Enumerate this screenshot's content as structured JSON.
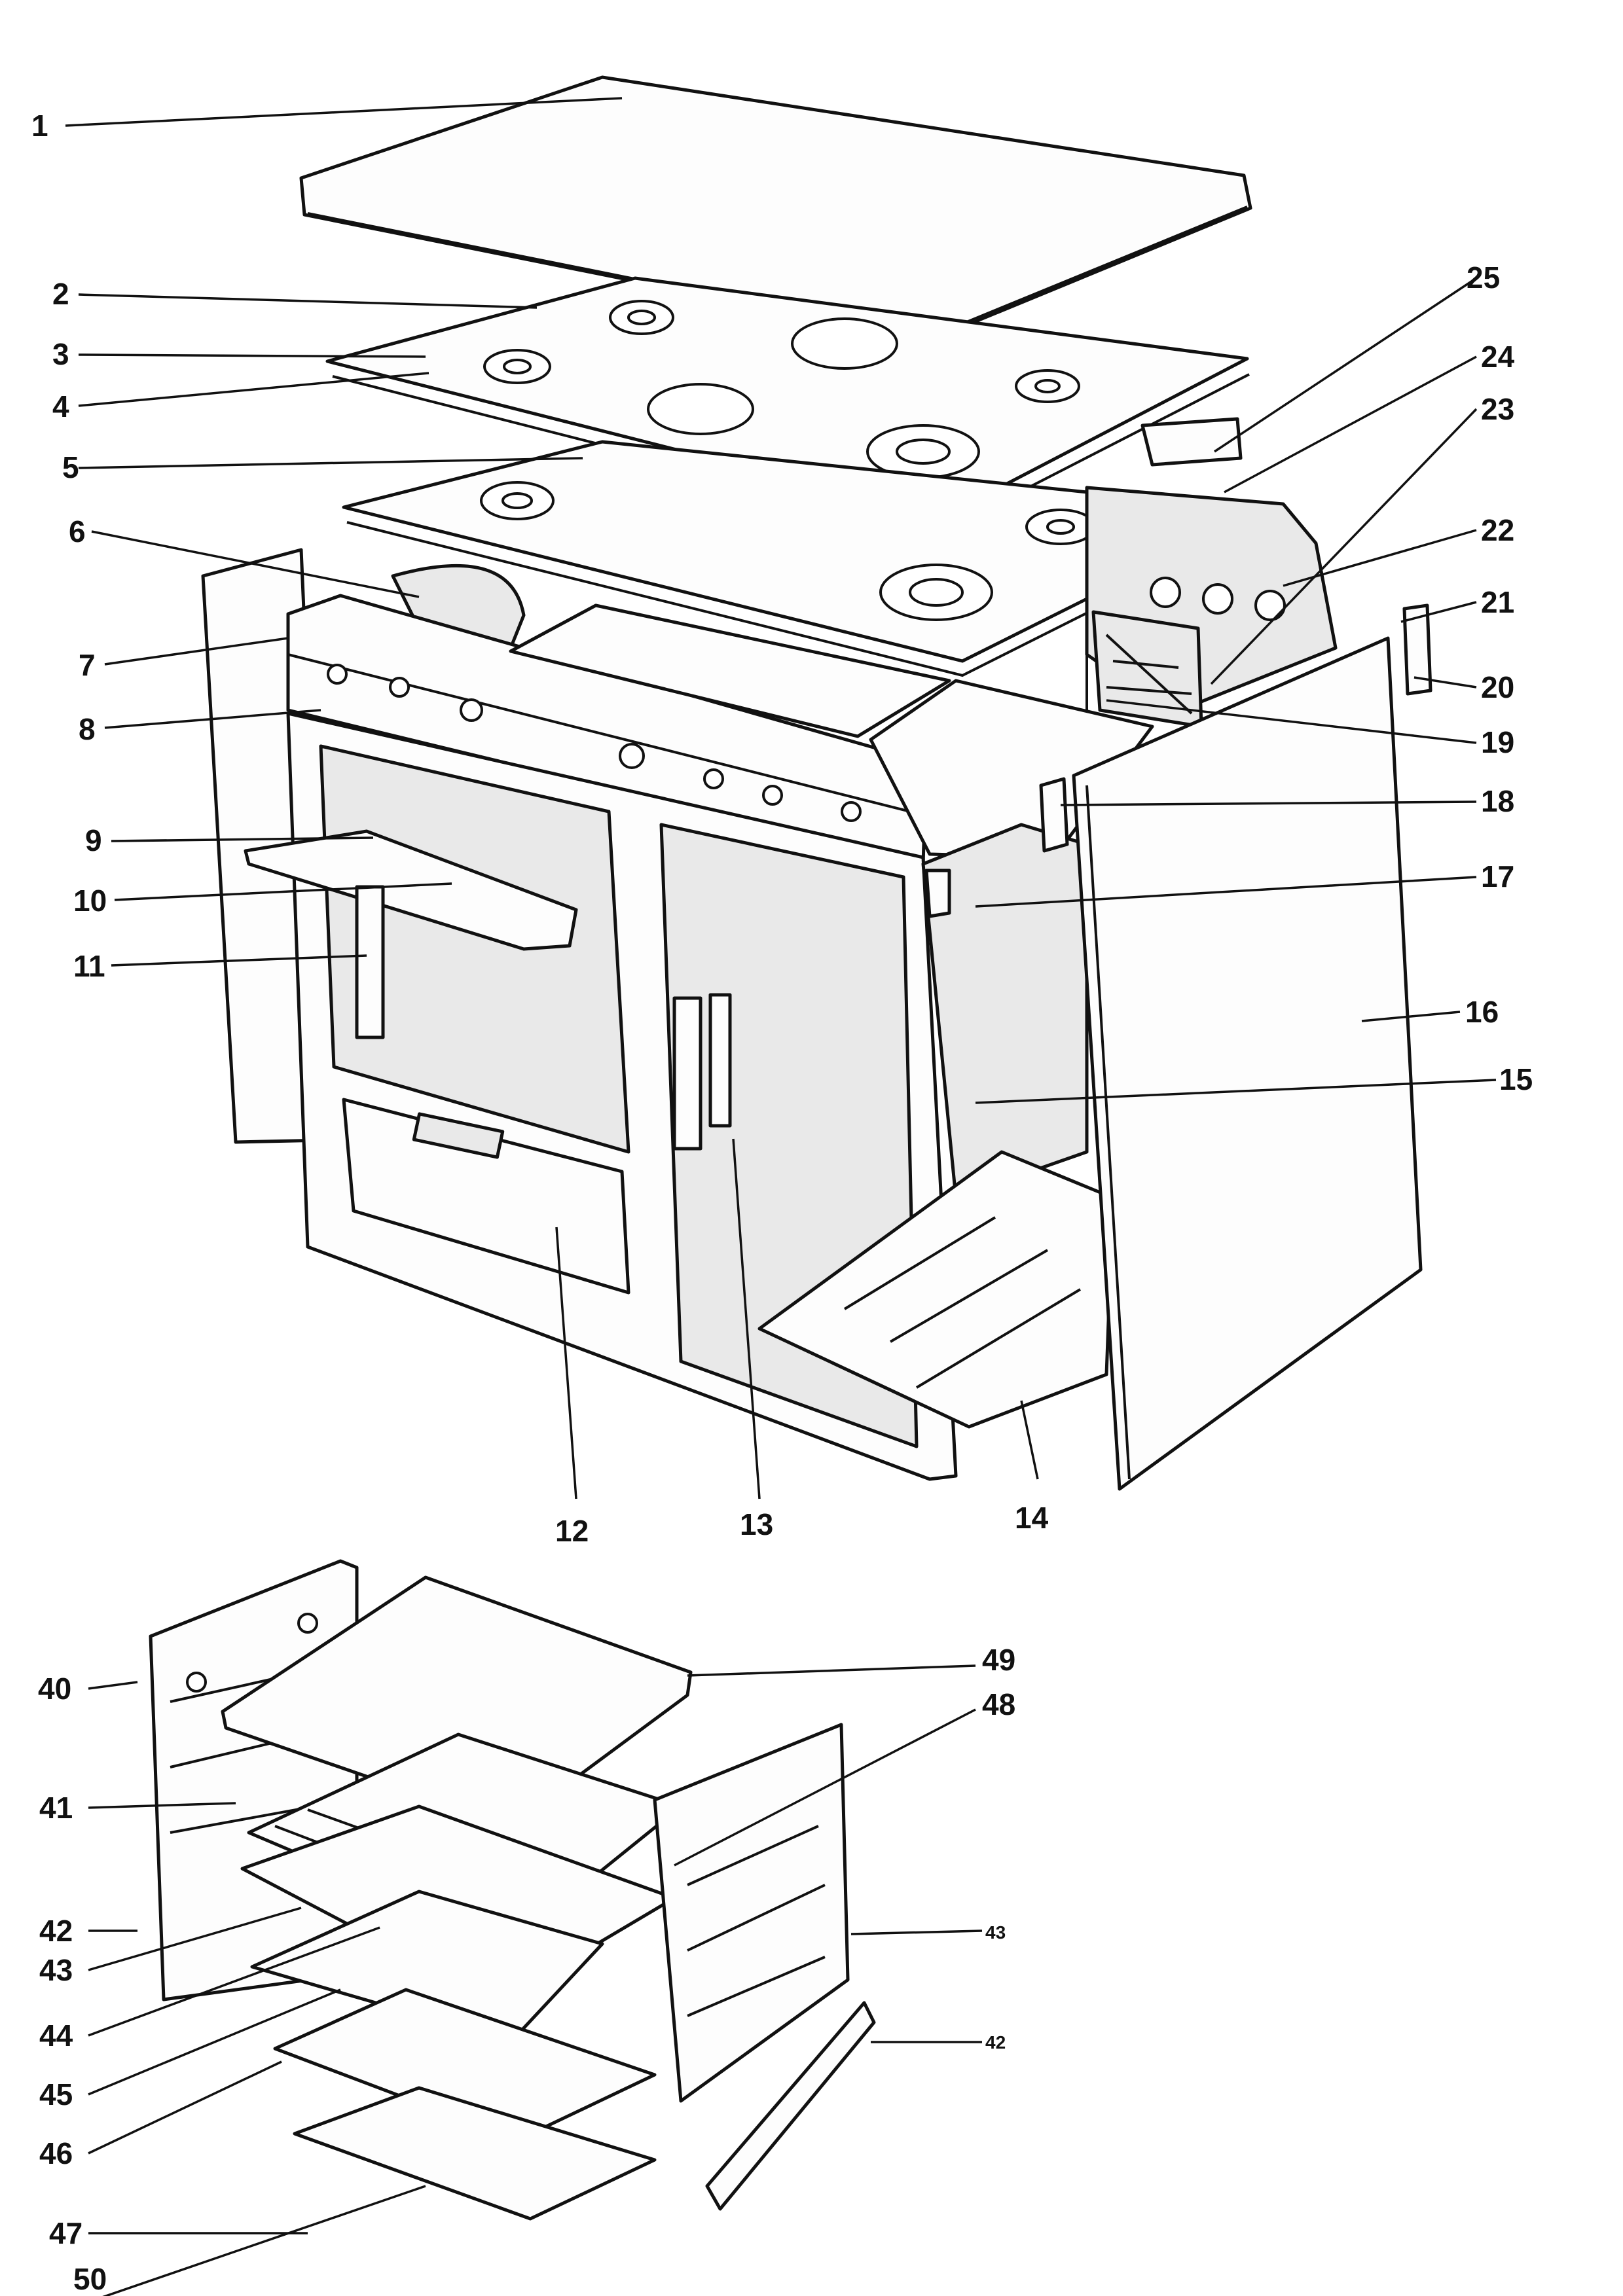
{
  "labels": {
    "p1": "1",
    "p2": "2",
    "p3": "3",
    "p4": "4",
    "p5": "5",
    "p6": "6",
    "p7": "7",
    "p8": "8",
    "p9": "9",
    "p10": "10",
    "p11": "11",
    "p12": "12",
    "p13": "13",
    "p14": "14",
    "p15": "15",
    "p16": "16",
    "p17": "17",
    "p18": "18",
    "p19": "19",
    "p20": "20",
    "p21": "21",
    "p22": "22",
    "p23": "23",
    "p24": "24",
    "p25": "25",
    "p40": "40",
    "p41": "41",
    "p42a": "42",
    "p42b": "42",
    "p43a": "43",
    "p43b": "43",
    "p44": "44",
    "p45": "45",
    "p46": "46",
    "p47": "47",
    "p48": "48",
    "p49": "49",
    "p50": "50"
  }
}
